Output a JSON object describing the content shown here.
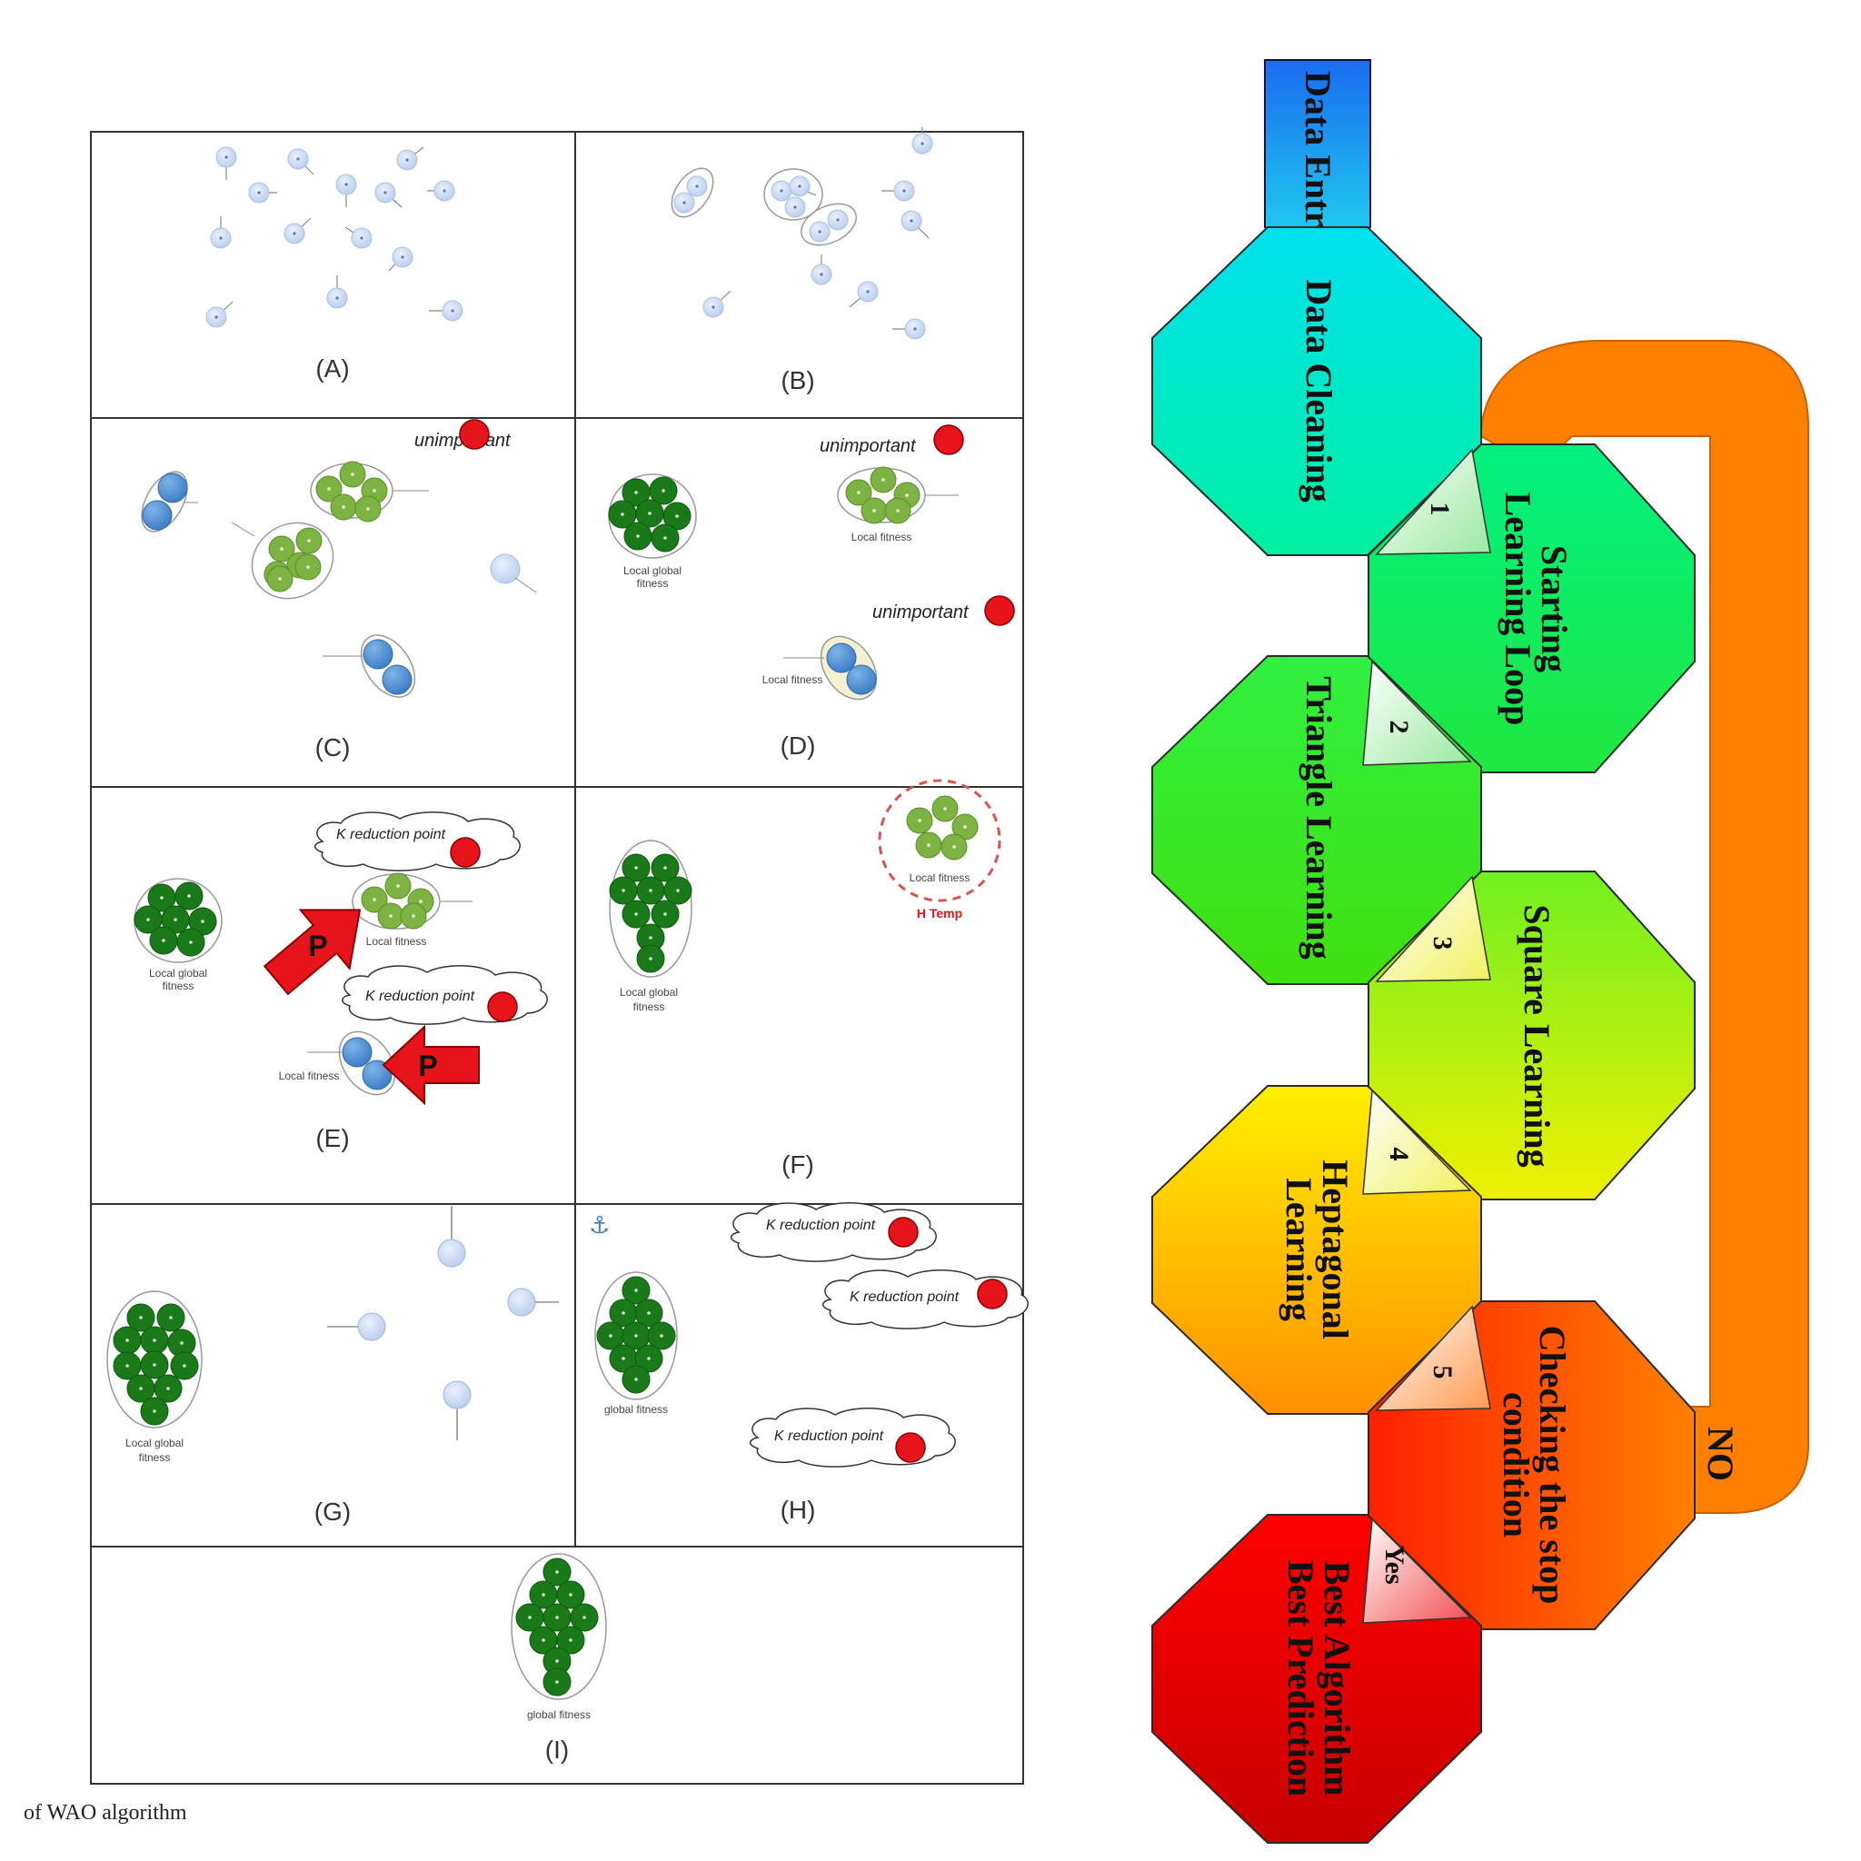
{
  "caption": "of WAO algorithm",
  "panels": {
    "A": "(A)",
    "B": "(B)",
    "C": "(C)",
    "D": "(D)",
    "E": "(E)",
    "F": "(F)",
    "G": "(G)",
    "H": "(H)",
    "I": "(I)"
  },
  "labels": {
    "unimportant": "unimportant",
    "local_fitness": "Local fitness",
    "local_global_fitness_line1": "Local global",
    "local_global_fitness_line2": "fitness",
    "global_fitness": "global fitness",
    "k_reduction_point": "K reduction point",
    "h_temp": "H Temp",
    "p": "P"
  },
  "flowchart": {
    "data_entry": "Data Entry",
    "step_data_cleaning": "Data Cleaning",
    "step_starting_line1": "Starting",
    "step_starting_line2": "Learning Loop",
    "step_triangle": "Triangle Learning",
    "step_square": "Square Learning",
    "step_heptagonal_line1": "Heptagonal",
    "step_heptagonal_line2": "Learning",
    "step_check_line1": "Checking the stop",
    "step_check_line2": "condition",
    "step_best_line1": "Best Algorithm",
    "step_best_line2": "Best Prediction",
    "num1": "1",
    "num2": "2",
    "num3": "3",
    "num4": "4",
    "num5": "5",
    "yes": "Yes",
    "no": "NO"
  },
  "colors": {
    "light_blue": "#c9d9f2",
    "mid_blue": "#5b9bd5",
    "light_green": "#7cb342",
    "dark_green": "#1a7a1a",
    "red": "#e8141b",
    "loop_orange": "#ff8000",
    "data_entry": "#1f8bff"
  }
}
